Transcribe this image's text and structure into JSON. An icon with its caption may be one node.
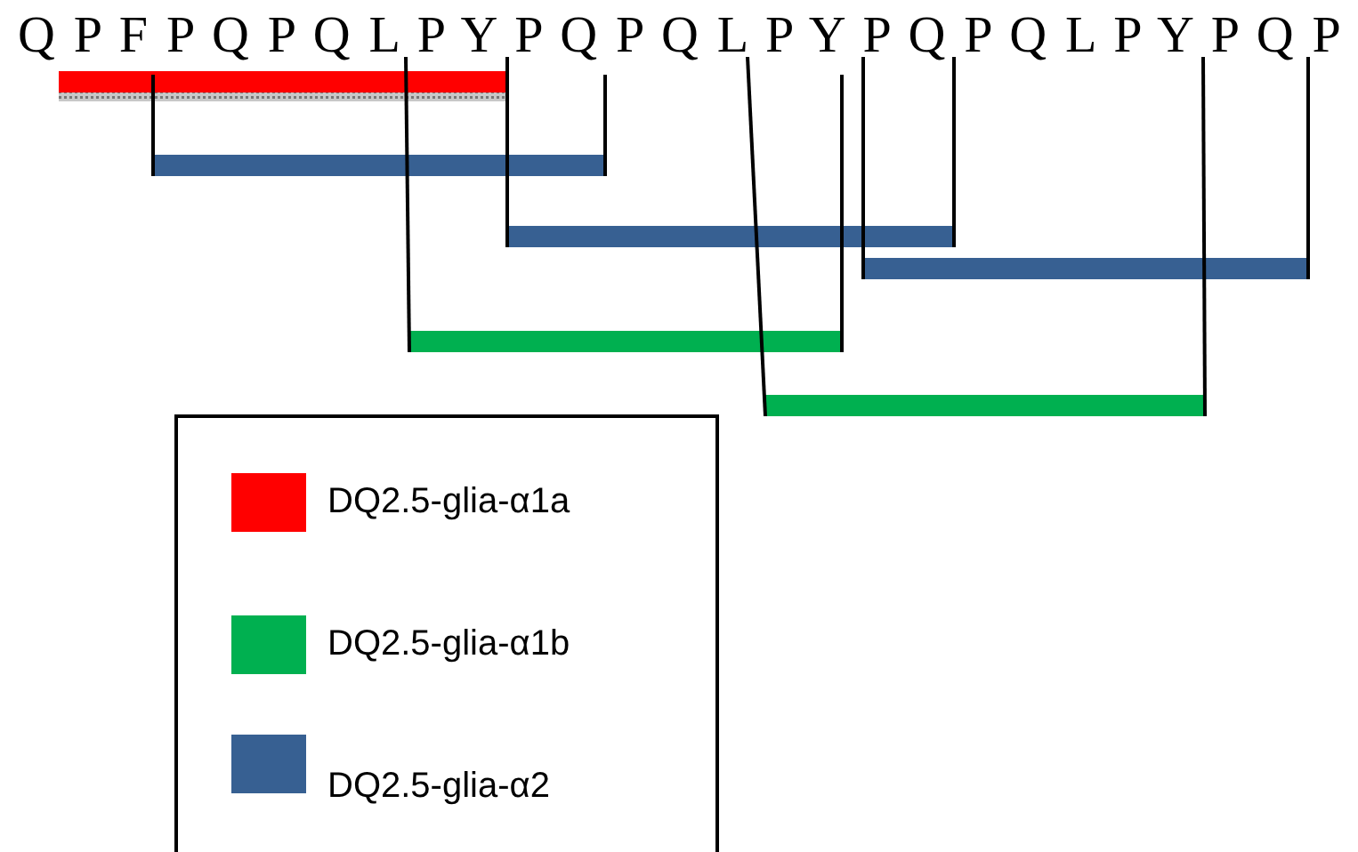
{
  "diagram": {
    "labels": [
      "Q P F P Q P Q L P Y P Q P Q L P Y P Q P Q L P Y P Q P"
    ],
    "legend": [
      {
        "text": "DQ2.5-glia-α1a",
        "color": "#ff0000"
      },
      {
        "text": "DQ2.5-glia-α1b",
        "color": "#00b050"
      },
      {
        "text": "DQ2.5-glia-α2",
        "color": "#376092"
      }
    ]
  }
}
